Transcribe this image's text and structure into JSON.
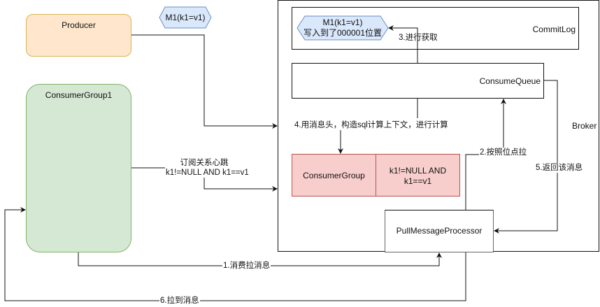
{
  "diagram": {
    "nodes": {
      "producer": "Producer",
      "consumer_group_1": "ConsumerGroup1",
      "broker": "Broker",
      "commit_log": "CommitLog",
      "consume_queue": "ConsumeQueue",
      "consumer_group": "ConsumerGroup",
      "consumer_group_filter_line1": "k1!=NULL AND",
      "consumer_group_filter_line2": "k1==v1",
      "pull_message_processor": "PullMessageProcessor"
    },
    "messages": {
      "m1": "M1(k1=v1)",
      "m1_stored_line1": "M1(k1=v1)",
      "m1_stored_line2": "写入到了000001位置"
    },
    "edges": {
      "subscription_heartbeat_line1": "订阅关系心跳",
      "subscription_heartbeat_line2": "k1!=NULL AND k1==v1",
      "step1": "1.消费拉消息",
      "step2": "2.按照位点拉",
      "step3": "3.进行获取",
      "step4": "4.用消息头，构造sql计算上下文，进行计算",
      "step5": "5.返回该消息",
      "step6": "6.拉到消息"
    },
    "colors": {
      "producer_fill": "#ffe6cc",
      "producer_stroke": "#d6b656",
      "consumer_group1_fill": "#d5e8d4",
      "consumer_group1_stroke": "#82b366",
      "consumer_group_fill": "#f8cecc",
      "consumer_group_stroke": "#b85450",
      "message_fill": "#dae8fc",
      "message_stroke": "#6c8ebf"
    }
  }
}
